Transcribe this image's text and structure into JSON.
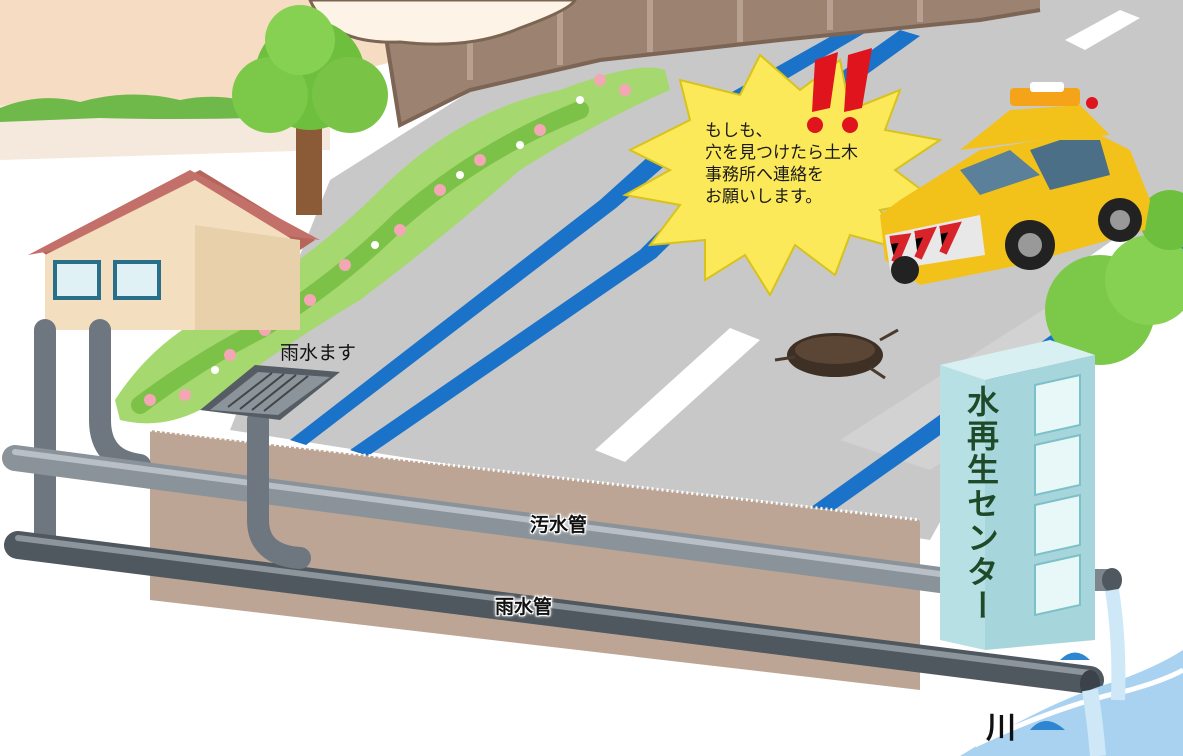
{
  "labels": {
    "inlet": "雨水ます",
    "sewage_pipe": "汚水管",
    "storm_pipe": "雨水管",
    "treatment_center": "水再生センター",
    "river": "川"
  },
  "speech_bubble": {
    "exclamation": "!!",
    "lines": [
      "もしも、",
      "穴を見つけたら土木",
      "事務所へ連絡を",
      "お願いします。"
    ]
  },
  "colors": {
    "road": "#c9c9c9",
    "lane_blue": "#1a73c9",
    "soil": "#bea897",
    "pipe": "#6e7680",
    "building": "#bfe3e6",
    "bubble": "#fbe95a",
    "river": "#a9d2f0"
  }
}
